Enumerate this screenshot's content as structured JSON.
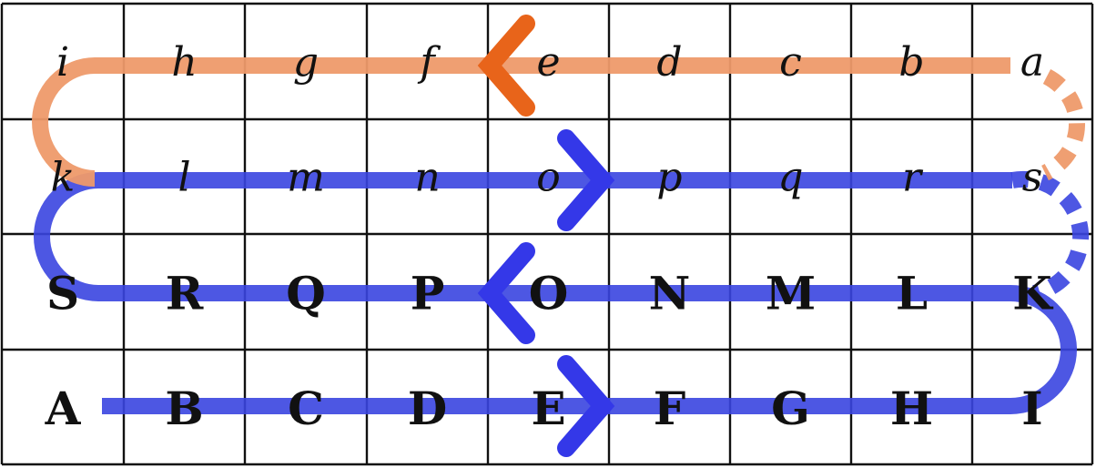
{
  "grid": {
    "rows": 4,
    "cols": 9,
    "labels": [
      [
        "i",
        "h",
        "g",
        "f",
        "e",
        "d",
        "c",
        "b",
        "a"
      ],
      [
        "k",
        "l",
        "m",
        "n",
        "o",
        "p",
        "q",
        "r",
        "s"
      ],
      [
        "S",
        "R",
        "Q",
        "P",
        "O",
        "N",
        "M",
        "L",
        "K"
      ],
      [
        "A",
        "B",
        "C",
        "D",
        "E",
        "F",
        "G",
        "H",
        "I"
      ]
    ]
  },
  "colors": {
    "grid_line": "#111111",
    "label": "#111111",
    "orange_path": "#ee9a6a",
    "orange_arrow": "#e8641a",
    "blue_path": "#3a45e0",
    "blue_arrow": "#3438e8"
  },
  "paths": [
    {
      "id": "blue-path",
      "color_key": "blue_path",
      "arrow_color_key": "blue_arrow",
      "dotted_connector": "s-to-K",
      "arrow_directions": [
        "right",
        "left",
        "right"
      ],
      "route": "A→I (row 4), I→K, K→S (row 3), S→k, k→s (row 2)"
    },
    {
      "id": "orange-path",
      "color_key": "orange_path",
      "arrow_color_key": "orange_arrow",
      "dotted_connector": "a-to-s",
      "arrow_directions": [
        "left"
      ],
      "route": "a→i (row 1), i→k"
    }
  ]
}
